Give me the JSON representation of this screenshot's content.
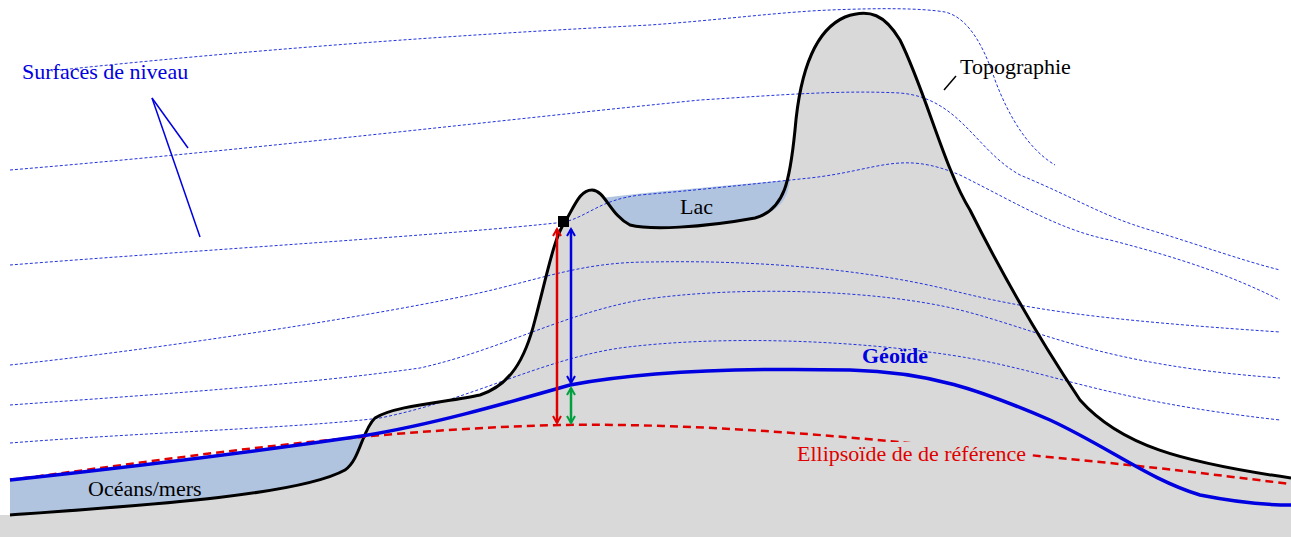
{
  "diagram": {
    "labels": [
      "Surfaces de niveau",
      "Topographie",
      "Lac",
      "Géoïde",
      "Océans/mers",
      "Ellipsoïde de de référence"
    ]
  }
}
